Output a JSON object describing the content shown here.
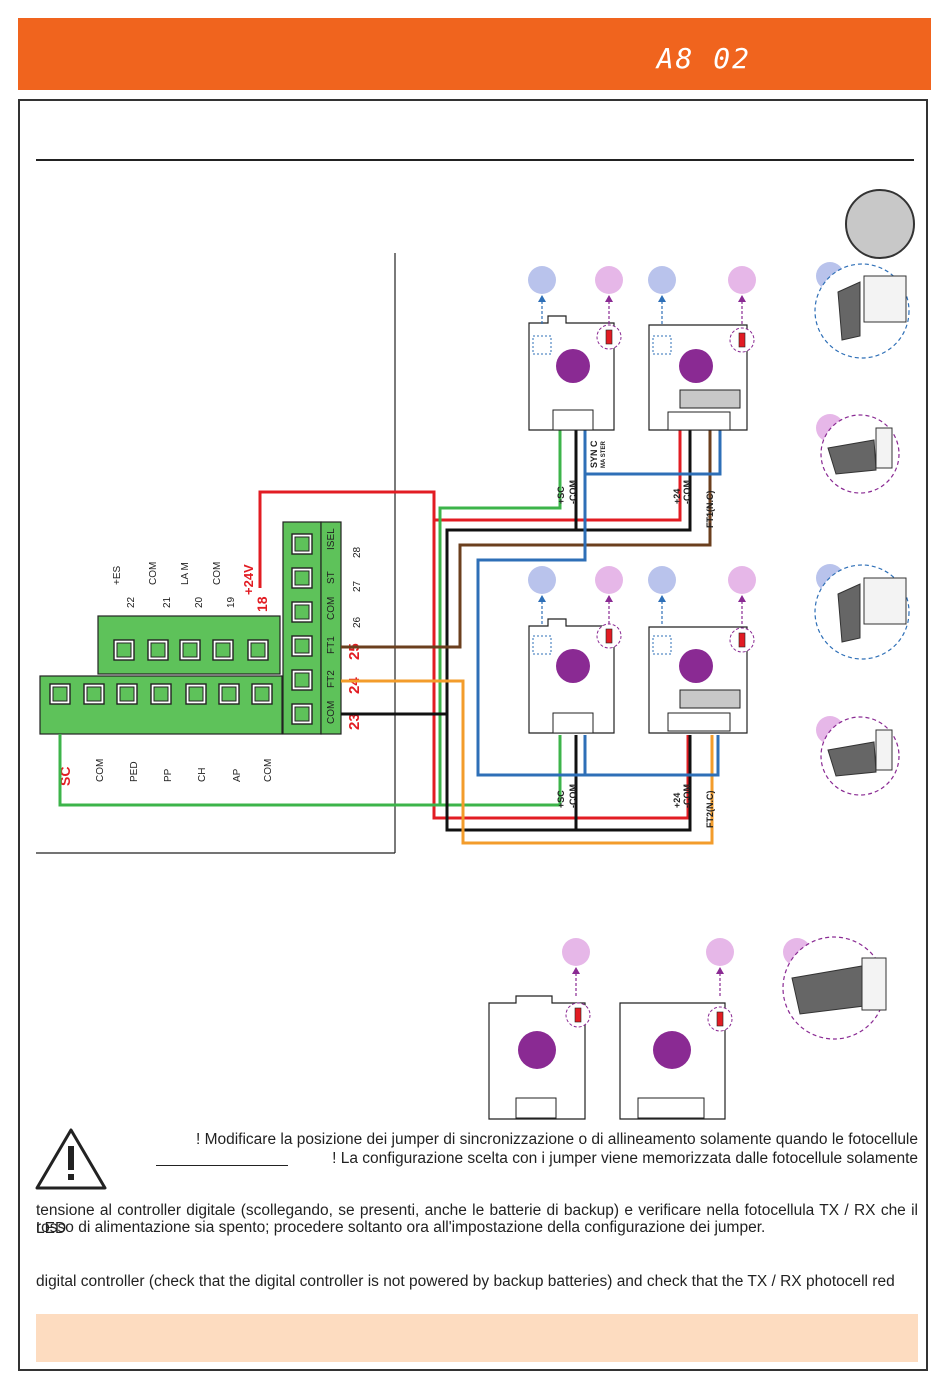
{
  "header": {
    "code": "A8 02",
    "accent_color": "#f0641e"
  },
  "colors": {
    "green": "#3cb44a",
    "red": "#e21c23",
    "blue": "#2e6fb7",
    "brown": "#6b3f1e",
    "black": "#111111",
    "orange": "#f39c2b",
    "terminal": "#5ec25a",
    "purple": "#8a2a93",
    "lilac": "#b9c3ec",
    "pink": "#e6b7e8"
  },
  "terminals": {
    "top_labels": [
      "+ES",
      "COM",
      "LA M",
      "COM",
      "+24V"
    ],
    "top_numbers": [
      "22",
      "21",
      "20",
      "19",
      "18"
    ],
    "bottom_labels": [
      "SC",
      "COM",
      "PED",
      "PP",
      "CH",
      "AP",
      "COM"
    ],
    "right_labels": [
      "ISEL",
      "ST",
      "COM",
      "FT1",
      "FT2",
      "COM"
    ],
    "right_numbers": [
      "28",
      "27",
      "26",
      "25",
      "24",
      "23"
    ]
  },
  "wires": {
    "top": [
      "+SC",
      "-COM",
      "SYN C",
      "MA STER",
      "+24",
      "-COM",
      "FT1(N.C)"
    ],
    "bottom": [
      "+SC",
      "-COM",
      "+24",
      "-COM",
      "FT2(N.C)"
    ]
  },
  "warning": {
    "icon": "warning-triangle-icon",
    "line1": "! Modificare la posizione dei jumper di sincronizzazione o di allineamento solamente quando le fotocellule",
    "line2": "! La configurazione scelta con i jumper viene memorizzata dalle fotocellule solamente",
    "line3": "tensione al controller digitale (scollegando, se presenti, anche le batterie di backup) e verificare nella fotocellula TX / RX che il LED",
    "line4": "rosso di alimentazione sia spento; procedere soltanto ora all'impostazione della configurazione dei jumper.",
    "line5": "digital controller (check that the digital controller is not powered by backup batteries) and check that the TX / RX photocell red"
  }
}
